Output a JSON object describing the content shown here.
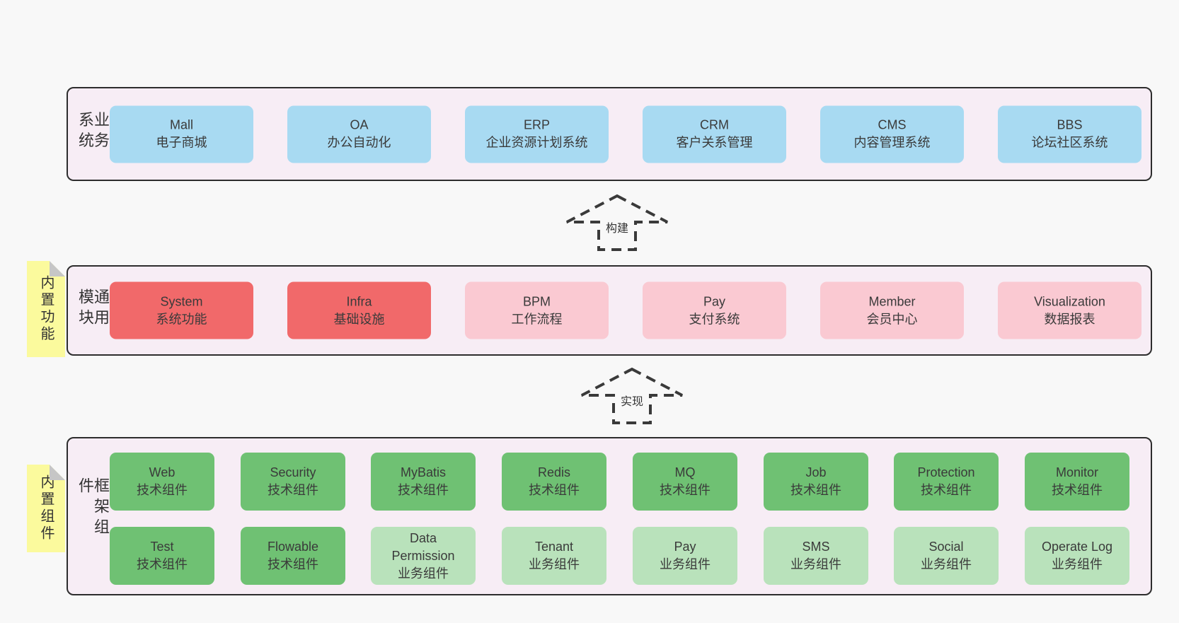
{
  "diagram": {
    "background": "#f8f8f8",
    "colors": {
      "layer_fill": "#f7edf5",
      "layer_border": "#2d2d2d",
      "blue_box": "#a8daf2",
      "red_box": "#f1696a",
      "pink_box": "#fac9d2",
      "green_box": "#6fc173",
      "light_green_box": "#b9e2bb",
      "sticky_note": "#fbfa9d",
      "sticky_fold": "#c6c6c6",
      "text": "#3a3a3a"
    },
    "arrows": [
      {
        "label": "构建"
      },
      {
        "label": "实现"
      }
    ],
    "layers": [
      {
        "label": "业务系统",
        "boxes": [
          {
            "name": "Mall",
            "desc": "电子商城",
            "type": "blue"
          },
          {
            "name": "OA",
            "desc": "办公自动化",
            "type": "blue"
          },
          {
            "name": "ERP",
            "desc": "企业资源计划系统",
            "type": "blue"
          },
          {
            "name": "CRM",
            "desc": "客户关系管理",
            "type": "blue"
          },
          {
            "name": "CMS",
            "desc": "内容管理系统",
            "type": "blue"
          },
          {
            "name": "BBS",
            "desc": "论坛社区系统",
            "type": "blue"
          }
        ]
      },
      {
        "label": "通用模块",
        "sticky": "内置功能",
        "boxes": [
          {
            "name": "System",
            "desc": "系统功能",
            "type": "red"
          },
          {
            "name": "Infra",
            "desc": "基础设施",
            "type": "red"
          },
          {
            "name": "BPM",
            "desc": "工作流程",
            "type": "pink"
          },
          {
            "name": "Pay",
            "desc": "支付系统",
            "type": "pink"
          },
          {
            "name": "Member",
            "desc": "会员中心",
            "type": "pink"
          },
          {
            "name": "Visualization",
            "desc": "数据报表",
            "type": "pink"
          }
        ]
      },
      {
        "label": "框架组件",
        "sticky": "内置组件",
        "rows": [
          [
            {
              "name": "Web",
              "desc": "技术组件",
              "type": "green"
            },
            {
              "name": "Security",
              "desc": "技术组件",
              "type": "green"
            },
            {
              "name": "MyBatis",
              "desc": "技术组件",
              "type": "green"
            },
            {
              "name": "Redis",
              "desc": "技术组件",
              "type": "green"
            },
            {
              "name": "MQ",
              "desc": "技术组件",
              "type": "green"
            },
            {
              "name": "Job",
              "desc": "技术组件",
              "type": "green"
            },
            {
              "name": "Protection",
              "desc": "技术组件",
              "type": "green"
            },
            {
              "name": "Monitor",
              "desc": "技术组件",
              "type": "green"
            }
          ],
          [
            {
              "name": "Test",
              "desc": "技术组件",
              "type": "green"
            },
            {
              "name": "Flowable",
              "desc": "技术组件",
              "type": "green"
            },
            {
              "name": "Data Permission",
              "desc": "业务组件",
              "type": "lightgreen"
            },
            {
              "name": "Tenant",
              "desc": "业务组件",
              "type": "lightgreen"
            },
            {
              "name": "Pay",
              "desc": "业务组件",
              "type": "lightgreen"
            },
            {
              "name": "SMS",
              "desc": "业务组件",
              "type": "lightgreen"
            },
            {
              "name": "Social",
              "desc": "业务组件",
              "type": "lightgreen"
            },
            {
              "name": "Operate Log",
              "desc": "业务组件",
              "type": "lightgreen"
            }
          ]
        ]
      }
    ]
  }
}
